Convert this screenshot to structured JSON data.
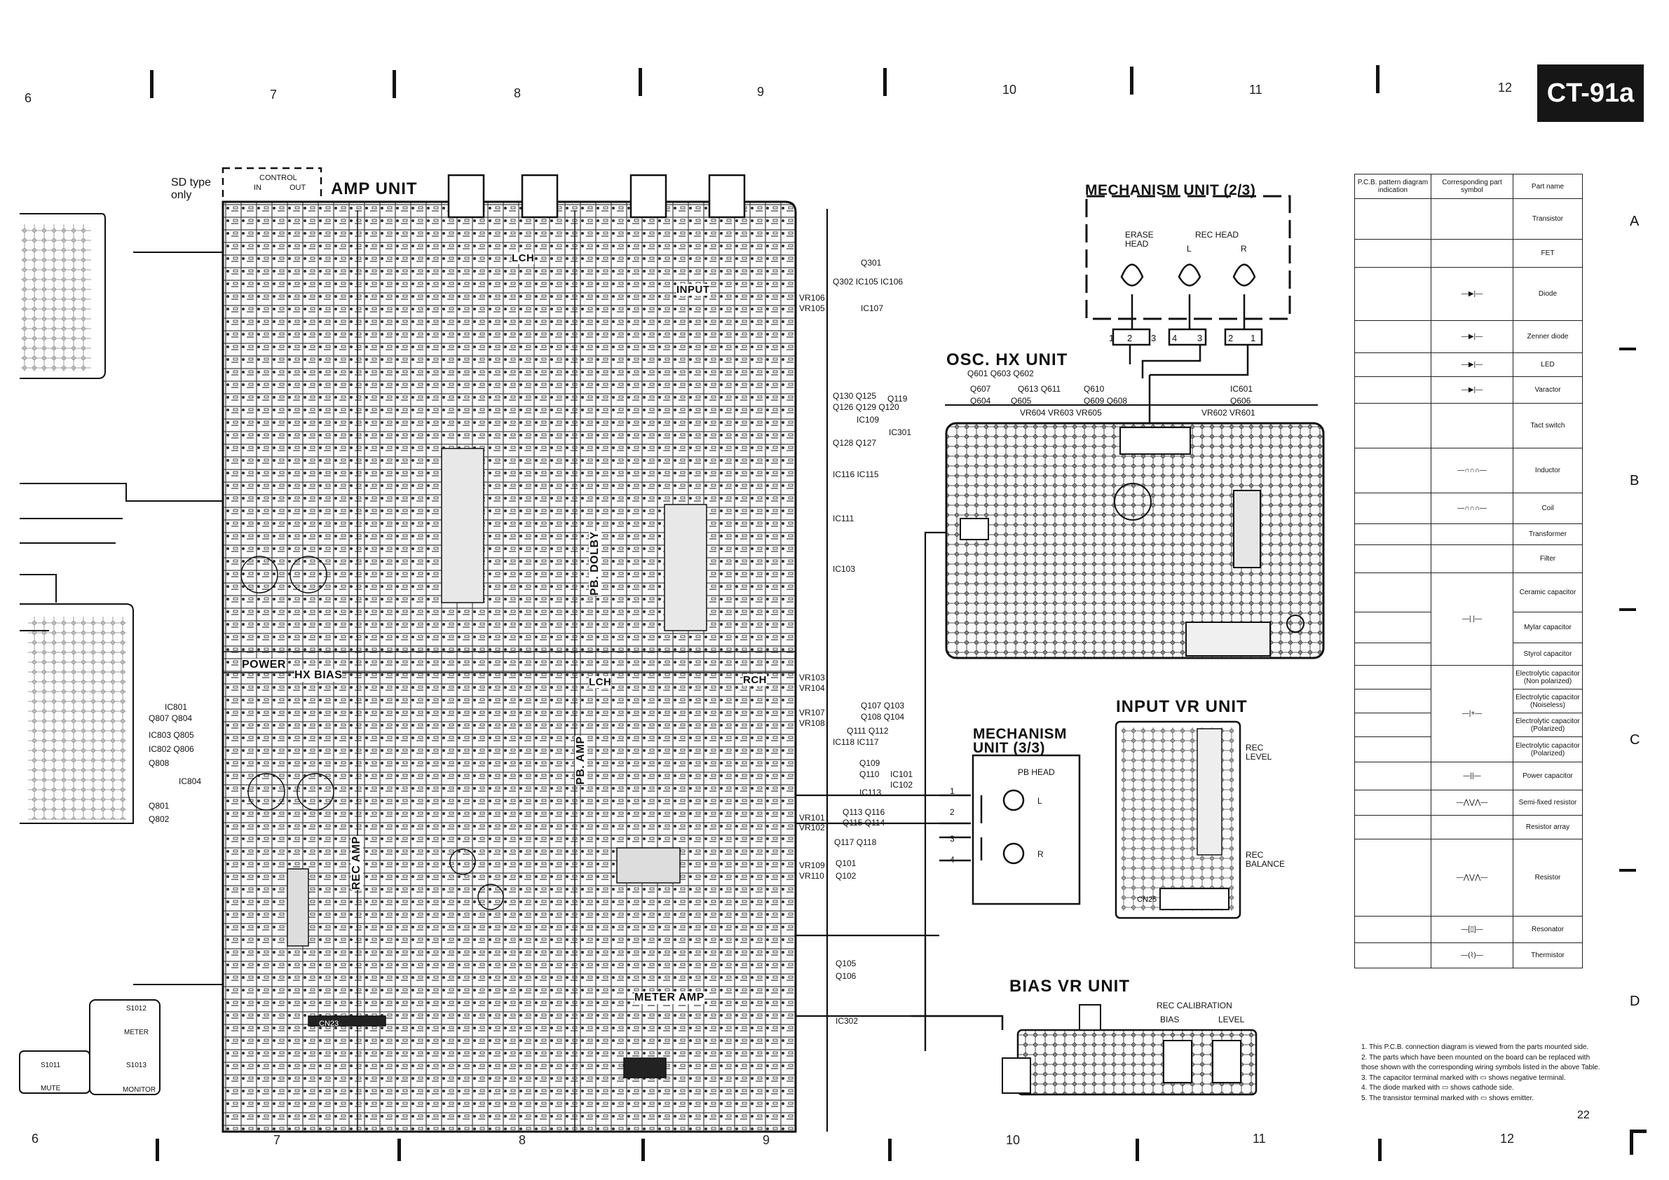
{
  "model": "CT-91a",
  "page_number": "22",
  "grid": {
    "top_numbers": [
      "6",
      "7",
      "8",
      "9",
      "10",
      "11",
      "12"
    ],
    "bottom_numbers": [
      "6",
      "7",
      "8",
      "9",
      "10",
      "11",
      "12"
    ],
    "side_letters": [
      "A",
      "B",
      "C",
      "D"
    ]
  },
  "units": {
    "amp": "AMP UNIT",
    "mech23": "MECHANISM UNIT (2/3)",
    "osc": "OSC. HX UNIT",
    "inputvr": "INPUT VR UNIT",
    "mech33_line1": "MECHANISM",
    "mech33_line2": "UNIT (3/3)",
    "biasvr": "BIAS VR UNIT"
  },
  "sd": {
    "line1": "SD type",
    "line2": "only",
    "control": "CONTROL",
    "in": "IN",
    "out": "OUT"
  },
  "mech23": {
    "erase_head_1": "ERASE",
    "erase_head_2": "HEAD",
    "rec_head": "REC HEAD",
    "l": "L",
    "r": "R",
    "pins": [
      "1",
      "2",
      "3",
      "4",
      "3",
      "2",
      "1"
    ]
  },
  "mech33": {
    "pb_head": "PB HEAD",
    "l": "L",
    "r": "R",
    "pins": [
      "1",
      "2",
      "3",
      "4"
    ]
  },
  "inputvr": {
    "rec_level_1": "REC",
    "rec_level_2": "LEVEL",
    "rec_bal_1": "REC",
    "rec_bal_2": "BALANCE",
    "cn": "CN25"
  },
  "biasvr": {
    "rec_cal": "REC CALIBRATION",
    "bias": "BIAS",
    "level": "LEVEL"
  },
  "osc_parts": {
    "row1": "Q601 Q603 Q602",
    "row2a": "Q607",
    "row2b": "Q613 Q611",
    "row2c": "Q610",
    "row2d": "IC601",
    "row3a": "Q604",
    "row3b": "Q605",
    "row3c": "Q609 Q608",
    "row3d": "Q606",
    "vr_left": "VR604 VR603 VR605",
    "vr_right": "VR602 VR601"
  },
  "amp_labels": {
    "vr106": "VR106",
    "vr105": "VR105",
    "vr103": "VR103",
    "vr104": "VR104",
    "vr107": "VR107",
    "vr108": "VR108",
    "vr101": "VR101",
    "vr102": "VR102",
    "vr109": "VR109",
    "vr110": "VR110",
    "q301": "Q301",
    "q302": "Q302 IC105 IC106",
    "ic107": "IC107",
    "q130": "Q130  Q125",
    "q119": "Q119",
    "q126": "Q126  Q129 Q120",
    "ic109": "IC109",
    "ic301": "IC301",
    "q128": "Q128 Q127",
    "ic116": "IC116  IC115",
    "ic111": "IC111",
    "ic103": "IC103",
    "q107": "Q107  Q103",
    "q108": "Q108  Q104",
    "q111": "Q111   Q112",
    "ic118": "IC118  IC117",
    "q109": "Q109",
    "q110": "Q110",
    "ic101": "IC101",
    "ic102": "IC102",
    "ic113": "IC113",
    "q113": "Q113   Q116",
    "q115": "Q115   Q114",
    "q117": "Q117   Q118",
    "q101": "Q101",
    "q102": "Q102",
    "q105": "Q105",
    "q106": "Q106",
    "ic302": "IC302",
    "ic801": "IC801",
    "q807": "Q807  Q804",
    "ic803": "IC803  Q805",
    "ic802": "IC802  Q806",
    "q808": "Q808",
    "ic804": "IC804",
    "q801": "Q801",
    "q802": "Q802",
    "s1012": "S1012",
    "meter": "METER",
    "s1011": "S1011",
    "s1013": "S1013",
    "mute": "MUTE",
    "monitor": "MONITOR",
    "power": "POWER",
    "pb_amp": "PB. AMP",
    "rec_amp": "REC AMP",
    "meter_amp": "METER AMP",
    "pb_dolby": "PB. DOLBY",
    "lch": "LCH",
    "rch": "RCH",
    "input": "INPUT",
    "hx_bias": "HX BIAS",
    "cn23": "CN23"
  },
  "legend": {
    "headers": [
      "P.C.B. pattern diagram indication",
      "Corresponding part symbol",
      "Part name"
    ],
    "rows": [
      "Transistor",
      "FET",
      "Diode",
      "Zenner diode",
      "LED",
      "Varactor",
      "Tact switch",
      "Inductor",
      "Coil",
      "Transformer",
      "Filter",
      "Ceramic capacitor",
      "Mylar capacitor",
      "Styrol capacitor",
      "Electrolytic capacitor (Non polarized)",
      "Electrolytic capacitor (Noiseless)",
      "Electrolytic capacitor (Polarized)",
      "Electrolytic capacitor (Polarized)",
      "Power capacitor",
      "Semi-fixed resistor",
      "Resistor array",
      "Resistor",
      "Resonator",
      "Thermistor"
    ]
  },
  "notes": [
    "1. This P.C.B. connection diagram is viewed from the parts mounted side.",
    "2. The parts which have been mounted on the board can be replaced with",
    "   those shown with the corresponding wiring symbols listed in the above Table.",
    "3. The capacitor terminal marked with ▭ shows negative terminal.",
    "4. The diode marked with ▭ shows cathode side.",
    "5. The transistor terminal marked with ▭ shows emitter."
  ]
}
